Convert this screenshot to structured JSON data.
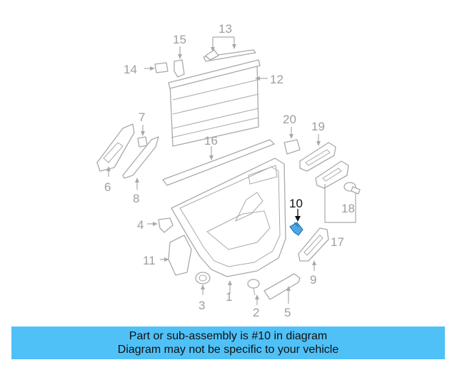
{
  "diagram": {
    "callouts": [
      {
        "id": "1",
        "label": "1"
      },
      {
        "id": "2",
        "label": "2"
      },
      {
        "id": "3",
        "label": "3"
      },
      {
        "id": "4",
        "label": "4"
      },
      {
        "id": "5",
        "label": "5"
      },
      {
        "id": "6",
        "label": "6"
      },
      {
        "id": "7",
        "label": "7"
      },
      {
        "id": "8",
        "label": "8"
      },
      {
        "id": "9",
        "label": "9"
      },
      {
        "id": "10",
        "label": "10",
        "highlighted": true
      },
      {
        "id": "11",
        "label": "11"
      },
      {
        "id": "12",
        "label": "12"
      },
      {
        "id": "13",
        "label": "13"
      },
      {
        "id": "14",
        "label": "14"
      },
      {
        "id": "15",
        "label": "15"
      },
      {
        "id": "16",
        "label": "16"
      },
      {
        "id": "17",
        "label": "17"
      },
      {
        "id": "18",
        "label": "18"
      },
      {
        "id": "19",
        "label": "19"
      },
      {
        "id": "20",
        "label": "20"
      }
    ],
    "colors": {
      "line": "#a9a9a9",
      "highlight_part": "#4aa8e8",
      "banner": "#4fc1f7"
    }
  },
  "banner": {
    "line1": "Part or sub-assembly is #10 in diagram",
    "line2": "Diagram may not be specific to your vehicle"
  }
}
